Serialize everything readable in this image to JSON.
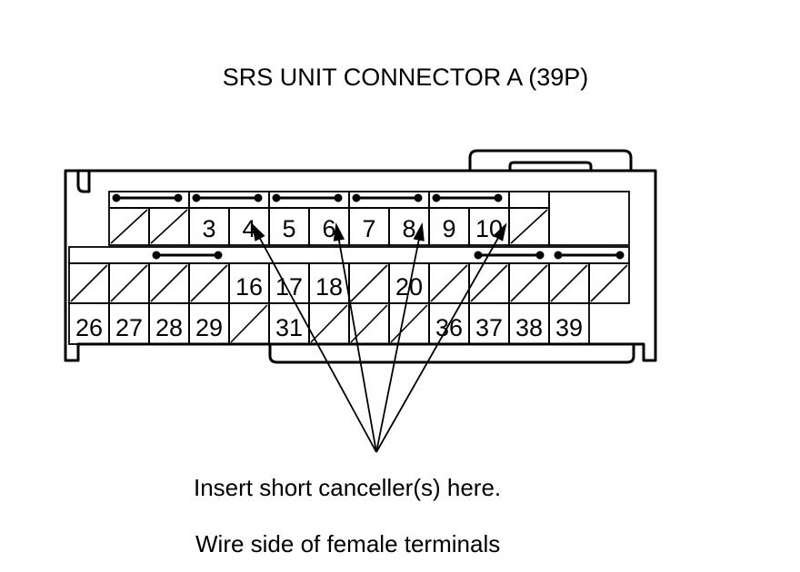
{
  "title": "SRS UNIT CONNECTOR A (39P)",
  "note": "Insert short canceller(s) here.",
  "side_label": "Wire side of female terminals",
  "row1": [
    {
      "label": "",
      "hatched": true
    },
    {
      "label": "",
      "hatched": true
    },
    {
      "label": "3",
      "hatched": false
    },
    {
      "label": "4",
      "hatched": false
    },
    {
      "label": "5",
      "hatched": false
    },
    {
      "label": "6",
      "hatched": false
    },
    {
      "label": "7",
      "hatched": false
    },
    {
      "label": "8",
      "hatched": false
    },
    {
      "label": "9",
      "hatched": false
    },
    {
      "label": "10",
      "hatched": false
    },
    {
      "label": "",
      "hatched": true
    }
  ],
  "row2": [
    {
      "label": "",
      "hatched": true
    },
    {
      "label": "",
      "hatched": true
    },
    {
      "label": "",
      "hatched": true
    },
    {
      "label": "",
      "hatched": true
    },
    {
      "label": "16",
      "hatched": false
    },
    {
      "label": "17",
      "hatched": false
    },
    {
      "label": "18",
      "hatched": false
    },
    {
      "label": "",
      "hatched": true
    },
    {
      "label": "20",
      "hatched": false
    },
    {
      "label": "",
      "hatched": true
    },
    {
      "label": "",
      "hatched": true
    },
    {
      "label": "",
      "hatched": true
    },
    {
      "label": "",
      "hatched": true
    },
    {
      "label": "",
      "hatched": true
    }
  ],
  "row3": [
    {
      "label": "26",
      "hatched": false
    },
    {
      "label": "27",
      "hatched": false
    },
    {
      "label": "28",
      "hatched": false
    },
    {
      "label": "29",
      "hatched": false
    },
    {
      "label": "",
      "hatched": true
    },
    {
      "label": "31",
      "hatched": false
    },
    {
      "label": "",
      "hatched": true
    },
    {
      "label": "",
      "hatched": true
    },
    {
      "label": "",
      "hatched": true
    },
    {
      "label": "36",
      "hatched": false
    },
    {
      "label": "37",
      "hatched": false
    },
    {
      "label": "38",
      "hatched": false
    },
    {
      "label": "39",
      "hatched": false
    }
  ]
}
